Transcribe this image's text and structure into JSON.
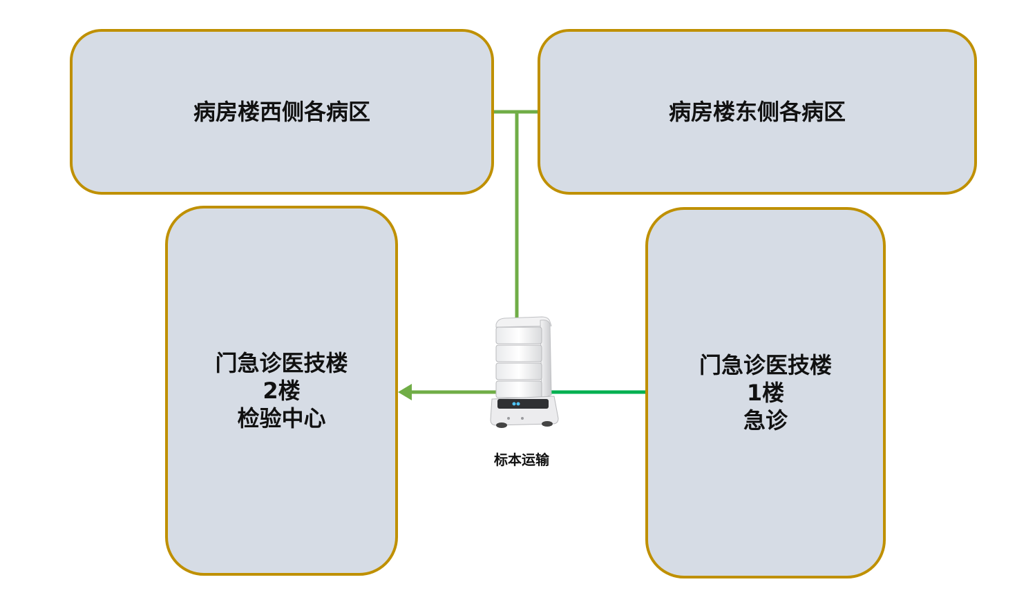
{
  "accent_colors": {
    "box_fill": "#d6dce5",
    "box_border": "#bf9000",
    "connector_green": "#70ad47",
    "connector_bright_green": "#00b050"
  },
  "nodes": {
    "ward_west": {
      "label": "病房楼西侧各病区"
    },
    "ward_east": {
      "label": "病房楼东侧各病区"
    },
    "lab_center": {
      "lines": [
        "门急诊医技楼",
        "2楼",
        "检验中心"
      ]
    },
    "emergency": {
      "lines": [
        "门急诊医技楼",
        "1楼",
        "急诊"
      ]
    }
  },
  "robot": {
    "icon": "delivery-robot-icon",
    "caption": "标本运输"
  }
}
